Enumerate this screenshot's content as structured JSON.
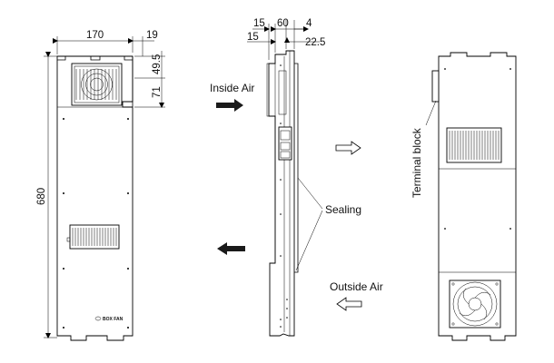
{
  "dimensions": {
    "front_width": "170",
    "front_offset": "19",
    "front_h1": "49.5",
    "front_h2": "71",
    "front_height": "680",
    "side_15_top": "15",
    "side_60": "60",
    "side_4": "4",
    "side_15_bottom": "15",
    "side_22_5": "22.5"
  },
  "labels": {
    "inside_air": "Inside Air",
    "outside_air": "Outside Air",
    "sealing": "Sealing",
    "terminal_block": "Terminal block",
    "brand": "BOX FAN"
  },
  "colors": {
    "line": "#000000",
    "background": "#ffffff",
    "arrow_fill": "#1a1a1a"
  }
}
